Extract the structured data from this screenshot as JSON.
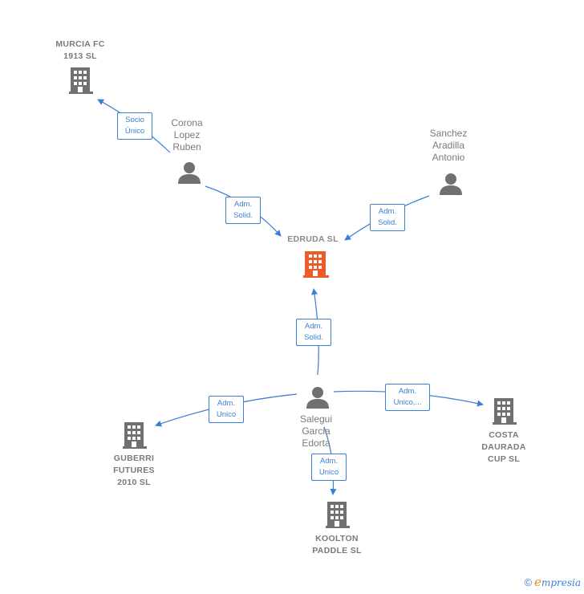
{
  "nodes": {
    "murcia": {
      "label": "MURCIA FC\n1913  SL",
      "kind": "company"
    },
    "edruda": {
      "label": "EDRUDA  SL",
      "kind": "company-main"
    },
    "guberri": {
      "label": "GUBERRI\nFUTURES\n2010 SL",
      "kind": "company"
    },
    "costa": {
      "label": "COSTA\nDAURADA\nCUP  SL",
      "kind": "company"
    },
    "koolton": {
      "label": "KOOLTON\nPADDLE  SL",
      "kind": "company"
    },
    "corona": {
      "label": "Corona\nLopez\nRuben",
      "kind": "person"
    },
    "sanchez": {
      "label": "Sanchez\nAradilla\nAntonio",
      "kind": "person"
    },
    "salegui": {
      "label": "Salegui\nGarcia\nEdorta",
      "kind": "person"
    }
  },
  "edges": {
    "corona_murcia": "Socio\nÚnico",
    "corona_edruda": "Adm.\nSolid.",
    "sanchez_edruda": "Adm.\nSolid.",
    "salegui_edruda": "Adm.\nSolid.",
    "salegui_guberri": "Adm.\nUnico",
    "salegui_costa": "Adm.\nUnico,...",
    "salegui_koolton": "Adm.\nUnico"
  },
  "colors": {
    "edge": "#3a7fd5",
    "node_gray": "#707070",
    "node_main": "#f05a28"
  },
  "branding": {
    "copyright": "©",
    "e": "e",
    "name": "mpresia"
  },
  "icons": {
    "company": "building-icon",
    "person": "person-icon"
  }
}
